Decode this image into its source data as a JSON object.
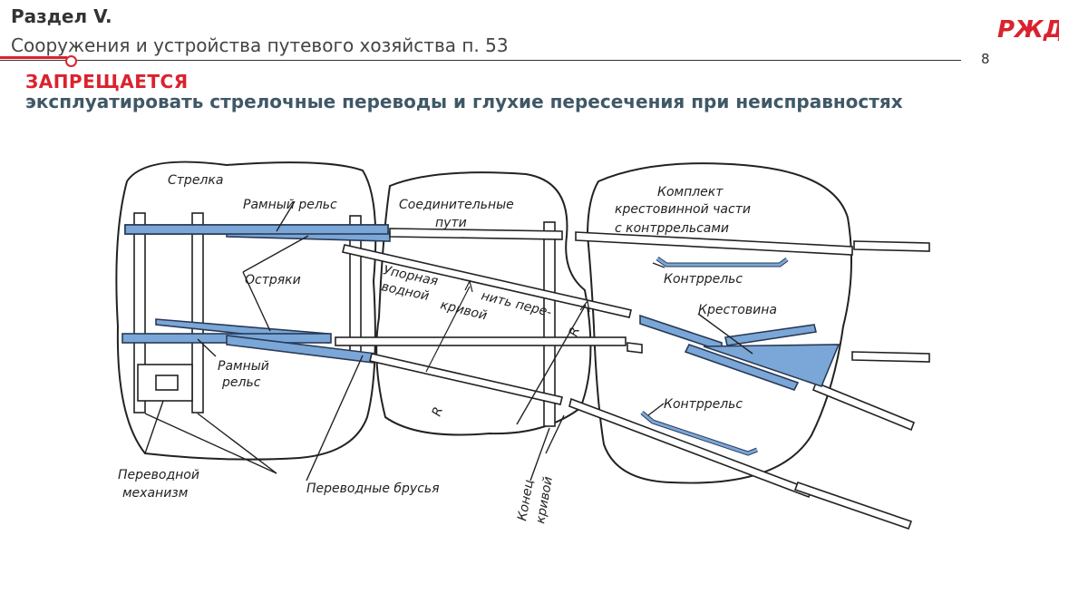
{
  "header": {
    "section_label": "Раздел V.",
    "section_title": "Сооружения и устройства путевого хозяйства п. 53",
    "page_number": "8",
    "logo_text": "РЖД"
  },
  "heading": {
    "title": "ЗАПРЕЩАЕТСЯ",
    "subtitle": "эксплуатировать стрелочные переводы и глухие пересечения при неисправностях"
  },
  "diagram": {
    "labels": {
      "strelka": "Стрелка",
      "ramny_rels_top": "Рамный рельс",
      "ostryaki": "Остряки",
      "ramny_rels_bottom_1": "Рамный",
      "ramny_rels_bottom_2": "рельс",
      "perevodnoy_1": "Переводной",
      "perevodnoy_2": "механизм",
      "perevodnye_brusya": "Переводные брусья",
      "soedinitelnye_1": "Соединительные",
      "soedinitelnye_2": "пути",
      "upornaya_1": "Упорная",
      "upornaya_2": "водной",
      "upornaya_3": "нить пере-",
      "upornaya_4": "кривой",
      "konets_1": "Конец",
      "konets_2": "кривой",
      "komplekt_1": "Комплект",
      "komplekt_2": "крестовинной части",
      "komplekt_3": "с контррельсами",
      "kontrrels_top": "Контррельс",
      "krestovina": "Крестовина",
      "kontrrels_bottom": "Контррельс",
      "radius_1": "R",
      "radius_2": "R"
    }
  },
  "colors": {
    "accent_red": "#d9232e",
    "subtitle_slate": "#3f5866",
    "rail_blue": "#7aa7d8",
    "rail_stroke": "#2a3a55"
  }
}
